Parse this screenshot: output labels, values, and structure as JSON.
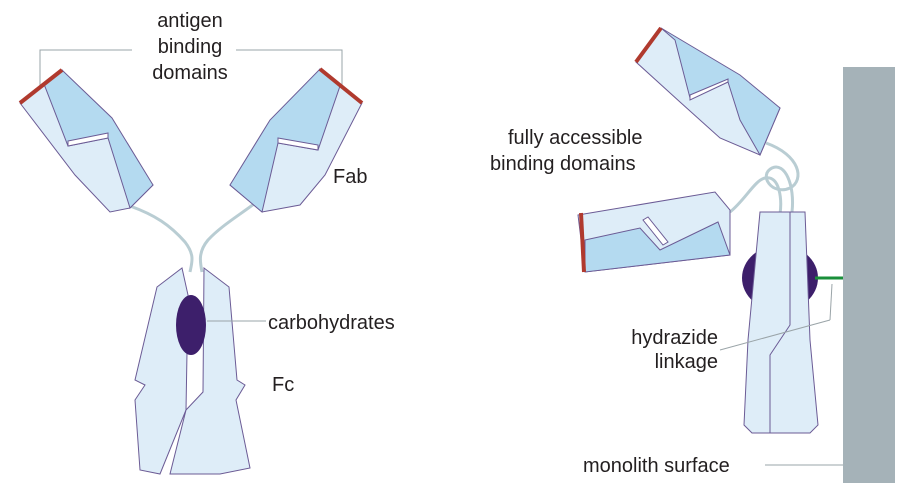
{
  "labels": {
    "antigen_1": "antigen",
    "antigen_2": "binding",
    "antigen_3": "domains",
    "fab": "Fab",
    "carbohydrates": "carbohydrates",
    "fc": "Fc",
    "accessible_1": "fully accessible",
    "accessible_2": "binding domains",
    "hydrazide_1": "hydrazide",
    "hydrazide_2": "linkage",
    "monolith": "monolith surface"
  },
  "colors": {
    "light_fill": "#deedf8",
    "dark_fill": "#b4daf0",
    "outline": "#6b5b95",
    "binding_tip": "#b03a2e",
    "carbohydrate": "#3d1f6b",
    "linker": "#b9cdd3",
    "linkage": "#1a8f3a",
    "surface": "#a5b2b8",
    "leader": "#9aa4a8"
  }
}
